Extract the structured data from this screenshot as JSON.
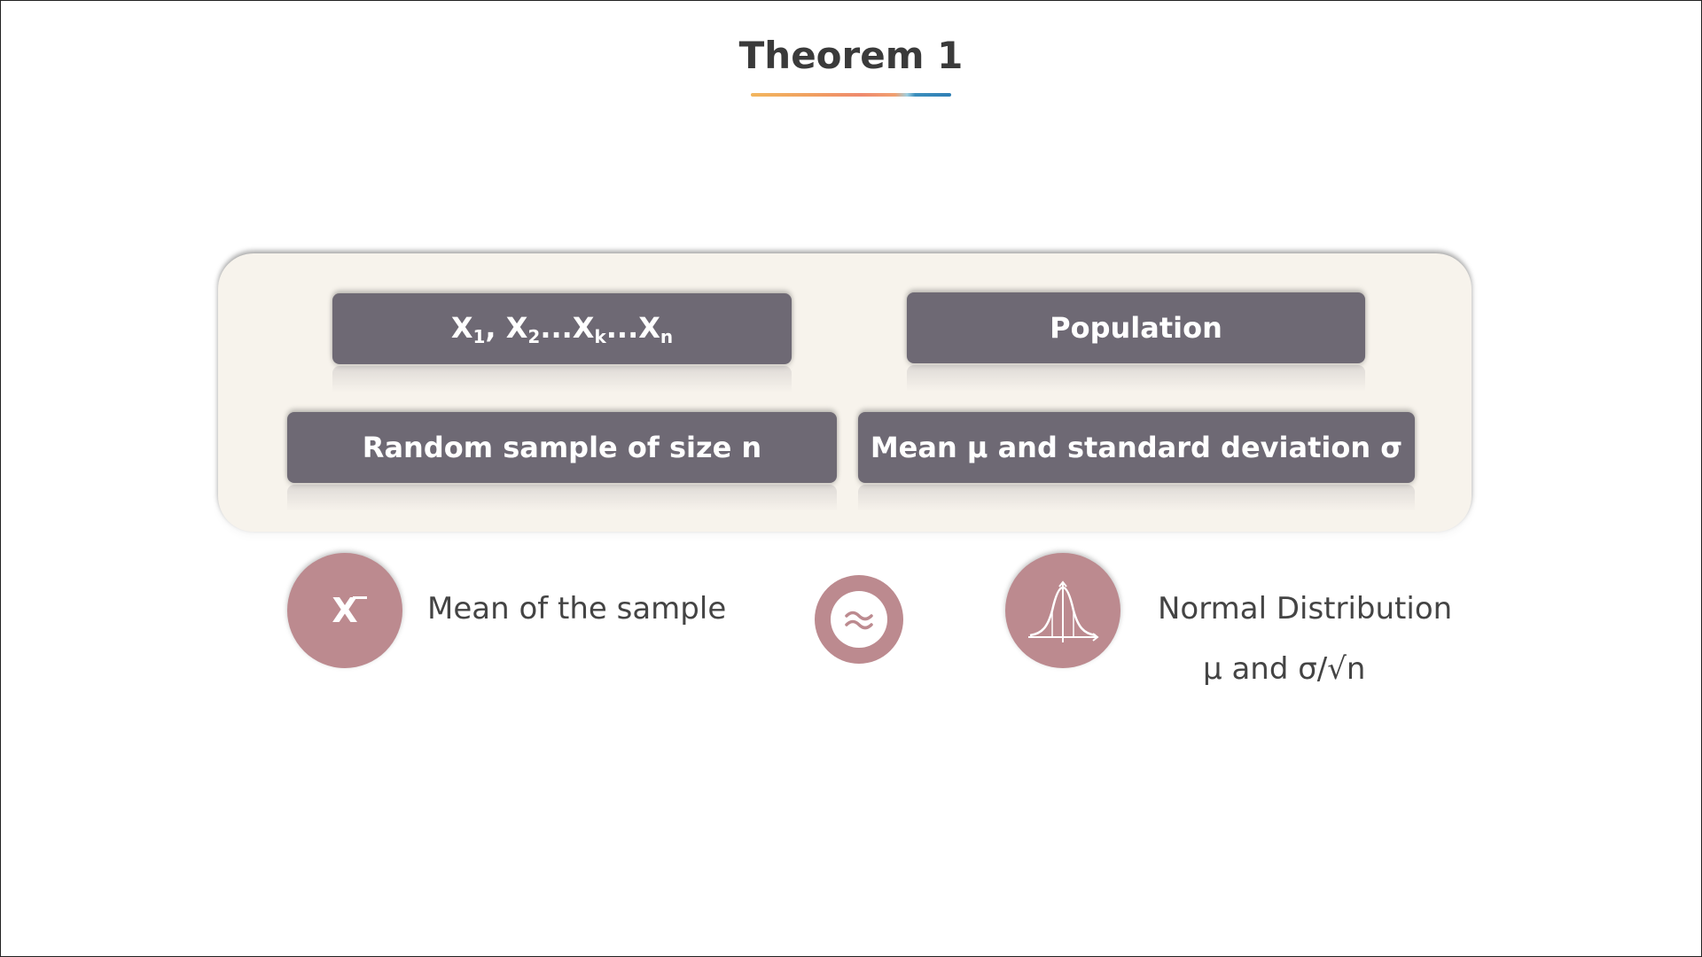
{
  "title": "Theorem 1",
  "colors": {
    "panel_bg": "#f7f3ec",
    "box_bg": "#6e6974",
    "circle_bg": "#bc8a8f",
    "title_text": "#3a3a3a"
  },
  "boxes": {
    "sample_vars": {
      "X": "X",
      "s1": "1",
      "sep": ", ",
      "s2": "2",
      "dots1": "...X",
      "sk": "k",
      "dots2": "...X",
      "sn": "n"
    },
    "population": "Population",
    "random_sample": "Random sample of size n",
    "mean_sd": "Mean μ and standard deviation σ"
  },
  "bottom": {
    "xbar_symbol": "X",
    "xbar_icon": "x-bar-icon",
    "sample_mean_label": "Mean of the sample",
    "approx_icon": "approximately-equal-icon",
    "bell_icon": "bell-curve-icon",
    "normal_label": "Normal Distribution",
    "normal_params": "μ and σ/√n"
  }
}
